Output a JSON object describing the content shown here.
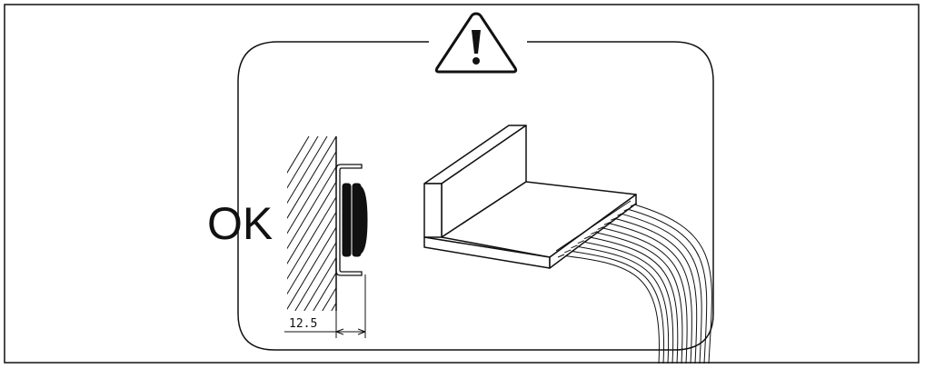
{
  "labels": {
    "status": "OK",
    "dimension": "12.5"
  },
  "icons": {
    "warning": "warning-triangle-icon"
  },
  "colors": {
    "line": "#111111",
    "background": "#ffffff"
  },
  "cable": {
    "wire_count": 12
  }
}
